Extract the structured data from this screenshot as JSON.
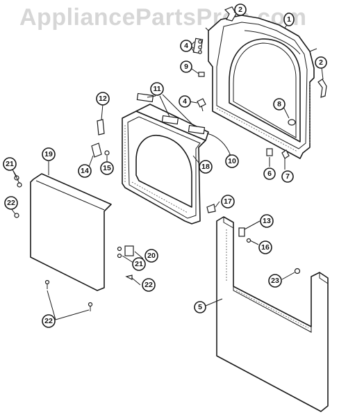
{
  "watermark": "AppliancePartsPros.com",
  "callouts": [
    {
      "id": "c1",
      "label": "1"
    },
    {
      "id": "c2a",
      "label": "2"
    },
    {
      "id": "c2b",
      "label": "2"
    },
    {
      "id": "c4a",
      "label": "4"
    },
    {
      "id": "c4b",
      "label": "4"
    },
    {
      "id": "c5",
      "label": "5"
    },
    {
      "id": "c6",
      "label": "6"
    },
    {
      "id": "c7",
      "label": "7"
    },
    {
      "id": "c8",
      "label": "8"
    },
    {
      "id": "c9",
      "label": "9"
    },
    {
      "id": "c10",
      "label": "10"
    },
    {
      "id": "c11",
      "label": "11"
    },
    {
      "id": "c12",
      "label": "12"
    },
    {
      "id": "c13",
      "label": "13"
    },
    {
      "id": "c14",
      "label": "14"
    },
    {
      "id": "c15",
      "label": "15"
    },
    {
      "id": "c16",
      "label": "16"
    },
    {
      "id": "c17",
      "label": "17"
    },
    {
      "id": "c18",
      "label": "18"
    },
    {
      "id": "c19",
      "label": "19"
    },
    {
      "id": "c20",
      "label": "20"
    },
    {
      "id": "c21a",
      "label": "21"
    },
    {
      "id": "c21b",
      "label": "21"
    },
    {
      "id": "c22a",
      "label": "22"
    },
    {
      "id": "c22b",
      "label": "22"
    },
    {
      "id": "c22c",
      "label": "22"
    },
    {
      "id": "c23",
      "label": "23"
    }
  ]
}
